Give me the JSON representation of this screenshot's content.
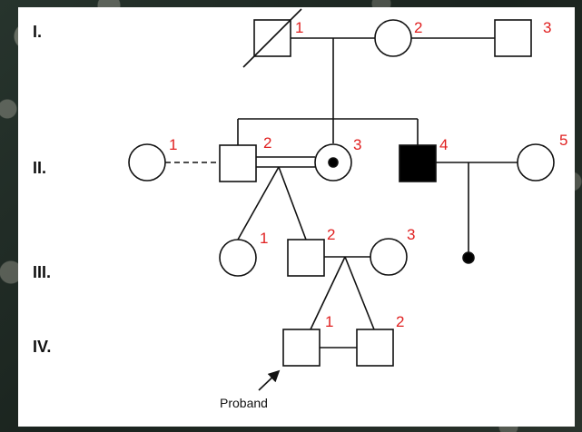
{
  "generations": [
    "I.",
    "II.",
    "III.",
    "IV."
  ],
  "individuals": {
    "I1": "1",
    "I2": "2",
    "I3": "3",
    "II1": "1",
    "II2": "2",
    "II3": "3",
    "II4": "4",
    "II5": "5",
    "III1": "1",
    "III2": "2",
    "III3": "3",
    "IV1": "1",
    "IV2": "2"
  },
  "proband_label": "Proband"
}
